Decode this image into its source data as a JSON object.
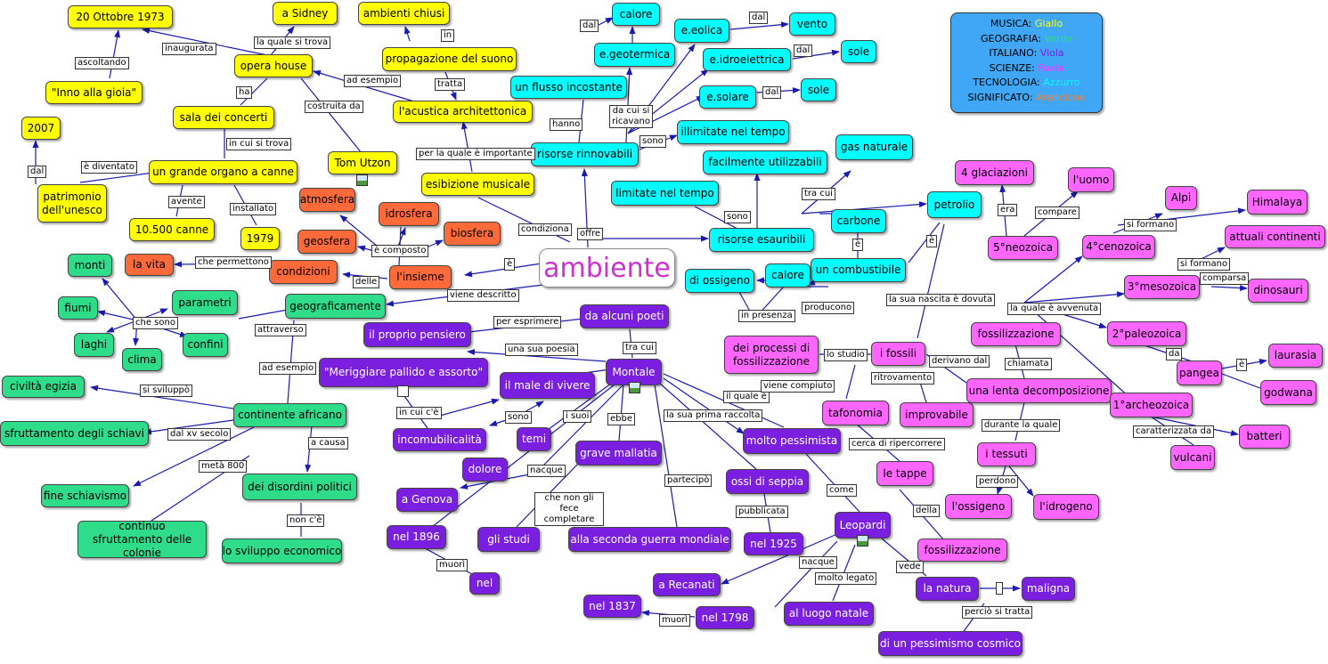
{
  "center": "ambiente",
  "legend": {
    "rows": [
      {
        "subject": "MUSICA:",
        "color_name": "Giallo",
        "color": "#ffff00"
      },
      {
        "subject": "GEOGRAFIA:",
        "color_name": "Verde",
        "color": "#2edc8a"
      },
      {
        "subject": "ITALIANO:",
        "color_name": "Viola",
        "color": "#7a1fe0"
      },
      {
        "subject": "SCIENZE:",
        "color_name": "Fuxia",
        "color": "#ff33ff"
      },
      {
        "subject": "TECNOLOGIA:",
        "color_name": "Azzurro",
        "color": "#00ffff"
      },
      {
        "subject": "SIGNIFICATO:",
        "color_name": "Arancione",
        "color": "#ff7f27"
      }
    ]
  },
  "nodes": {
    "n1": "20 Ottobre 1973",
    "n2": "a Sidney",
    "n3": "ambienti chiusi",
    "n4": "opera house",
    "n5": "propagazione del suono",
    "n6": "\"Inno alla gioia\"",
    "n7": "sala dei concerti",
    "n8": "l'acustica architettonica",
    "n9": "2007",
    "n10": "un grande organo a canne",
    "n11": "Tom Utzon",
    "n12": "patrimonio dell'unesco",
    "n13": "10.500 canne",
    "n14": "1979",
    "n15": "esibizione musicale",
    "n16": "calore",
    "n17": "e.eolica",
    "n18": "vento",
    "n19": "e.geotermica",
    "n20": "e.idroelettrica",
    "n21": "sole",
    "n22": "un flusso incostante",
    "n23": "e.solare",
    "n24": "sole",
    "n25": "illimitate nel tempo",
    "n26": "risorse rinnovabili",
    "n27": "gas naturale",
    "n28": "facilmente utilizzabili",
    "n29": "limitate nel tempo",
    "n30": "petrolio",
    "n31": "carbone",
    "n32": "risorse esauribili",
    "n33": "un combustibile",
    "n34": "calore",
    "n35": "di ossigeno",
    "n36": "atmosfera",
    "n37": "idrosfera",
    "n38": "biosfera",
    "n39": "geosfera",
    "n40": "la vita",
    "n41": "condizioni",
    "n42": "l'insieme",
    "n43": "monti",
    "n44": "parametri",
    "n45": "fiumi",
    "n46": "geograficamente",
    "n47": "laghi",
    "n48": "clima",
    "n49": "confini",
    "n50": "civiltà egizia",
    "n51": "continente africano",
    "n52": "sfruttamento degli schiavi",
    "n53": "fine schiavismo",
    "n54": "dei disordini politici",
    "n55": "continuo sfruttamento delle colonie",
    "n56": "lo sviluppo economico",
    "n57": "da alcuni poeti",
    "n58": "il proprio pensiero",
    "n59": "\"Meriggiare pallido e assorto\"",
    "n60": "Montale",
    "n61": "il male di vivere",
    "n62": "incomubilicalità",
    "n63": "temi",
    "n64": "dolore",
    "n65": "grave mallatia",
    "n66": "a Genova",
    "n67": "nel 1896",
    "n68": "gli studi",
    "n69": "nel",
    "n70": "alla seconda guerra mondiale",
    "n71": "molto pessimista",
    "n72": "ossi di seppia",
    "n73": "nel 1925",
    "n74": "Leopardi",
    "n75": "a Recanati",
    "n76": "nel 1837",
    "n77": "nel 1798",
    "n78": "al luogo natale",
    "n79": "la natura",
    "n80": "maligna",
    "n81": "di un pessimismo cosmico",
    "n82": "dei processi di fossilizzazione",
    "n83": "i fossili",
    "n84": "tafonomia",
    "n85": "improvabile",
    "n86": "le tappe",
    "n87": "fossilizzazione",
    "n88": "4 glaciazioni",
    "n89": "l'uomo",
    "n90": "5°neozoica",
    "n91": "4°cenozoica",
    "n92": "Alpi",
    "n93": "Himalaya",
    "n94": "attuali continenti",
    "n95": "3°mesozoica",
    "n96": "dinosauri",
    "n97": "fossilizzazione",
    "n98": "2°paleozoica",
    "n99": "laurasia",
    "n100": "pangea",
    "n101": "una lenta decomposizione",
    "n102": "godwana",
    "n103": "1°archeozoica",
    "n104": "i tessuti",
    "n105": "batteri",
    "n106": "vulcani",
    "n107": "l'ossigeno",
    "n108": "l'idrogeno"
  },
  "links": {
    "l1": "ascoltando",
    "l2": "inaugurata",
    "l3": "la quale si trova",
    "l4": "ha",
    "l5": "ad esempio",
    "l6": "in",
    "l7": "tratta",
    "l8": "costruita da",
    "l9": "in cui si trova",
    "l10": "è diventato",
    "l11": "dal",
    "l12": "avente",
    "l13": "installato",
    "l14": "per la quale è importante",
    "l15": "condiziona",
    "l16": "dal",
    "l17": "dal",
    "l18": "dal",
    "l19": "dal",
    "l20": "hanno",
    "l21": "da cui si ricavano",
    "l22": "sono",
    "l23": "offre",
    "l24": "tra cui",
    "l25": "sono",
    "l26": "è",
    "l27": "è",
    "l28": "in presenza",
    "l29": "producono",
    "l30": "è composto",
    "l31": "che permettono",
    "l32": "delle",
    "l33": "è",
    "l34": "viene descritto",
    "l35": "che sono",
    "l36": "attraverso",
    "l37": "ad esempio",
    "l38": "si sviluppò",
    "l39": "dal xv secolo",
    "l40": "a causa",
    "l41": "metà 800",
    "l42": "non c'è",
    "l43": "per esprimere",
    "l44": "una sua poesia",
    "l45": "tra cui",
    "l46": "in cui c'è",
    "l47": "sono",
    "l48": "i suoi",
    "l49": "ebbe",
    "l50": "la sua prima raccolta",
    "l51": "il quale è",
    "l52": "nacque",
    "l53": "che non gli fece completare",
    "l54": "partecipò",
    "l55": "muorì",
    "l56": "pubblicata",
    "l57": "come",
    "l58": "nacque",
    "l59": "muorì",
    "l60": "molto legato",
    "l61": "vede",
    "l62": "perciò si tratta",
    "l63": "lo studio",
    "l64": "viene compiuto",
    "l65": "ritrovamento",
    "l66": "derivano dal",
    "l67": "la sua nascita è dovuta",
    "l68": "cerca di ripercorrere",
    "l69": "della",
    "l70": "chiamata",
    "l71": "durante la quale",
    "l72": "perdono",
    "l73": "era",
    "l74": "compare",
    "l75": "si formano",
    "l76": "si formano",
    "l77": "comparsa",
    "l78": "la quale è avvenuta",
    "l79": "da",
    "l80": "è",
    "l81": "caratterizzata da"
  }
}
